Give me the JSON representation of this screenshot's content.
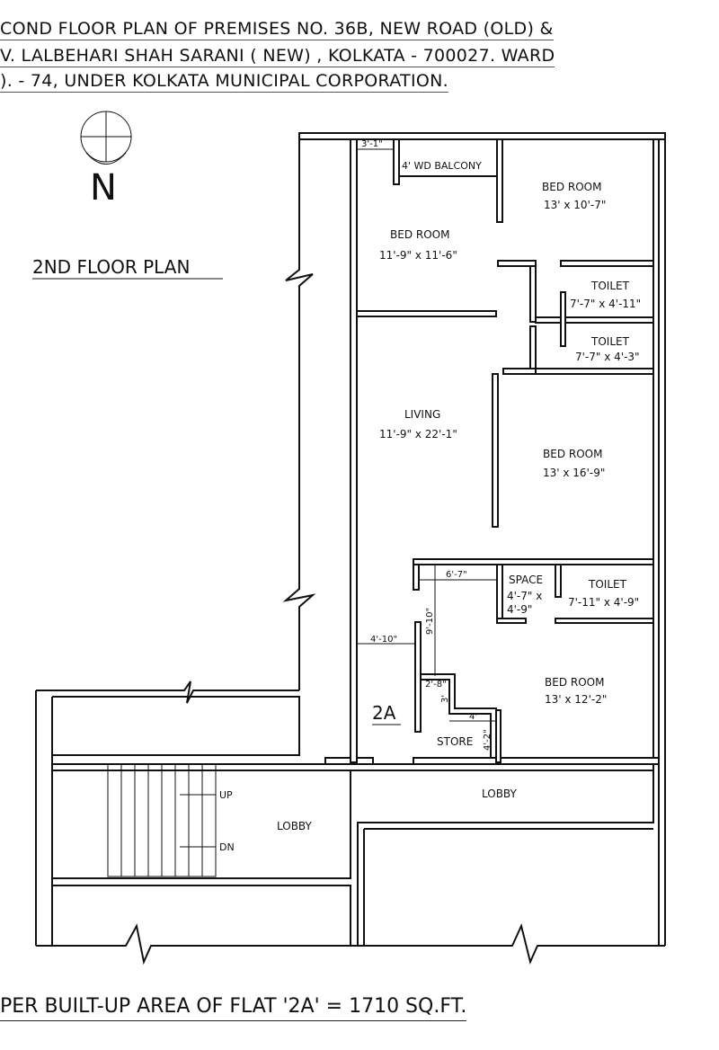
{
  "header": {
    "lines": [
      "COND FLOOR PLAN OF PREMISES NO. 36B, NEW ROAD (OLD) &",
      "V. LALBEHARI SHAH SARANI ( NEW) , KOLKATA - 700027. WARD",
      "). - 74, UNDER KOLKATA MUNICIPAL CORPORATION."
    ]
  },
  "north_label": "N",
  "plan_title": "2ND FLOOR PLAN",
  "flat_label": "2A",
  "rooms": [
    {
      "name": "BED ROOM",
      "size": "11'-9\" x 11'-6\""
    },
    {
      "name": "BED ROOM",
      "size": "13' x 10'-7\""
    },
    {
      "name": "TOILET",
      "size": "7'-7\" x 4'-11\""
    },
    {
      "name": "TOILET",
      "size": "7'-7\" x 4'-3\""
    },
    {
      "name": "LIVING",
      "size": "11'-9\" x 22'-1\""
    },
    {
      "name": "BED ROOM",
      "size": "13' x 16'-9\""
    },
    {
      "name": "SPACE",
      "size_line1": "4'-7\" x",
      "size_line2": "4'-9\""
    },
    {
      "name": "TOILET",
      "size": "7'-11\" x 4'-9\""
    },
    {
      "name": "BED ROOM",
      "size": "13' x 12'-2\""
    },
    {
      "name": "STORE"
    }
  ],
  "balcony": "4' WD BALCONY",
  "dimensions": {
    "d1": "3'-1\"",
    "d2": "6'-7\"",
    "d3": "9'-10\"",
    "d4": "4'-10\"",
    "d5": "2'-8\"",
    "d6": "3'",
    "d7": "4'",
    "d8": "4'-2\""
  },
  "lobby": [
    "LOBBY",
    "LOBBY"
  ],
  "stairs": {
    "up": "UP",
    "down": "DN"
  },
  "footer": "PER BUILT-UP AREA OF FLAT '2A' = 1710 SQ.FT."
}
